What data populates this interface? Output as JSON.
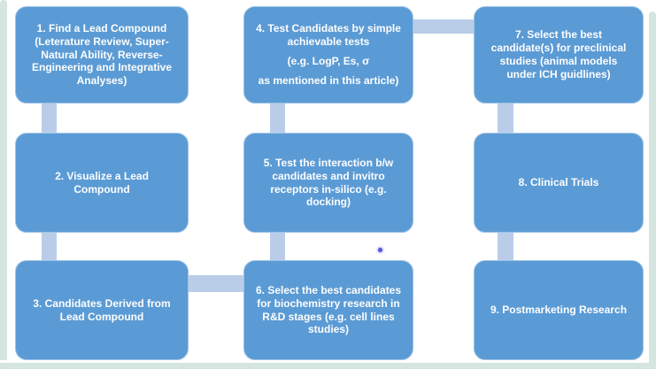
{
  "diagram": {
    "type": "flowchart",
    "description_boxes_count": 9
  },
  "colors": {
    "box_fill": "#5b9bd5",
    "box_edge": "#9dc3e6",
    "box_text": "#fdfdfe",
    "connector": "#b9cde9",
    "frame_border": "#d5e5e0",
    "ink_dot": "#5656d4"
  },
  "boxes": [
    {
      "step": "1",
      "paragraphs": [
        "1. Find a Lead Compound (Leterature Review, Super-Natural Ability, Reverse-Engineering and Integrative Analyses)"
      ]
    },
    {
      "step": "2",
      "paragraphs": [
        "2. Visualize a Lead Compound"
      ]
    },
    {
      "step": "3",
      "paragraphs": [
        "3. Candidates Derived from Lead Compound"
      ]
    },
    {
      "step": "4",
      "paragraphs": [
        "4. Test Candidates by simple achievable tests",
        "(e.g. LogP, Es, σ",
        "as mentioned in this article)"
      ]
    },
    {
      "step": "5",
      "paragraphs": [
        "5. Test the interaction b/w candidates and invitro receptors in-silico (e.g. docking)"
      ]
    },
    {
      "step": "6",
      "paragraphs": [
        "6. Select the best candidates for biochemistry research in R&D stages (e.g. cell lines studies)"
      ]
    },
    {
      "step": "7",
      "paragraphs": [
        "7. Select the best candidate(s) for preclinical studies (animal models under ICH guidlines)"
      ]
    },
    {
      "step": "8",
      "paragraphs": [
        "8. Clinical Trials"
      ]
    },
    {
      "step": "9",
      "paragraphs": [
        "9. Postmarketing Research"
      ]
    }
  ],
  "connectors": [
    {
      "from": "1",
      "to": "2",
      "orientation": "vertical"
    },
    {
      "from": "2",
      "to": "3",
      "orientation": "vertical"
    },
    {
      "from": "4",
      "to": "5",
      "orientation": "vertical"
    },
    {
      "from": "5",
      "to": "6",
      "orientation": "vertical"
    },
    {
      "from": "7",
      "to": "8",
      "orientation": "vertical"
    },
    {
      "from": "8",
      "to": "9",
      "orientation": "vertical"
    },
    {
      "from": "4",
      "to": "7",
      "orientation": "horizontal"
    },
    {
      "from": "3",
      "to": "6",
      "orientation": "horizontal"
    }
  ]
}
